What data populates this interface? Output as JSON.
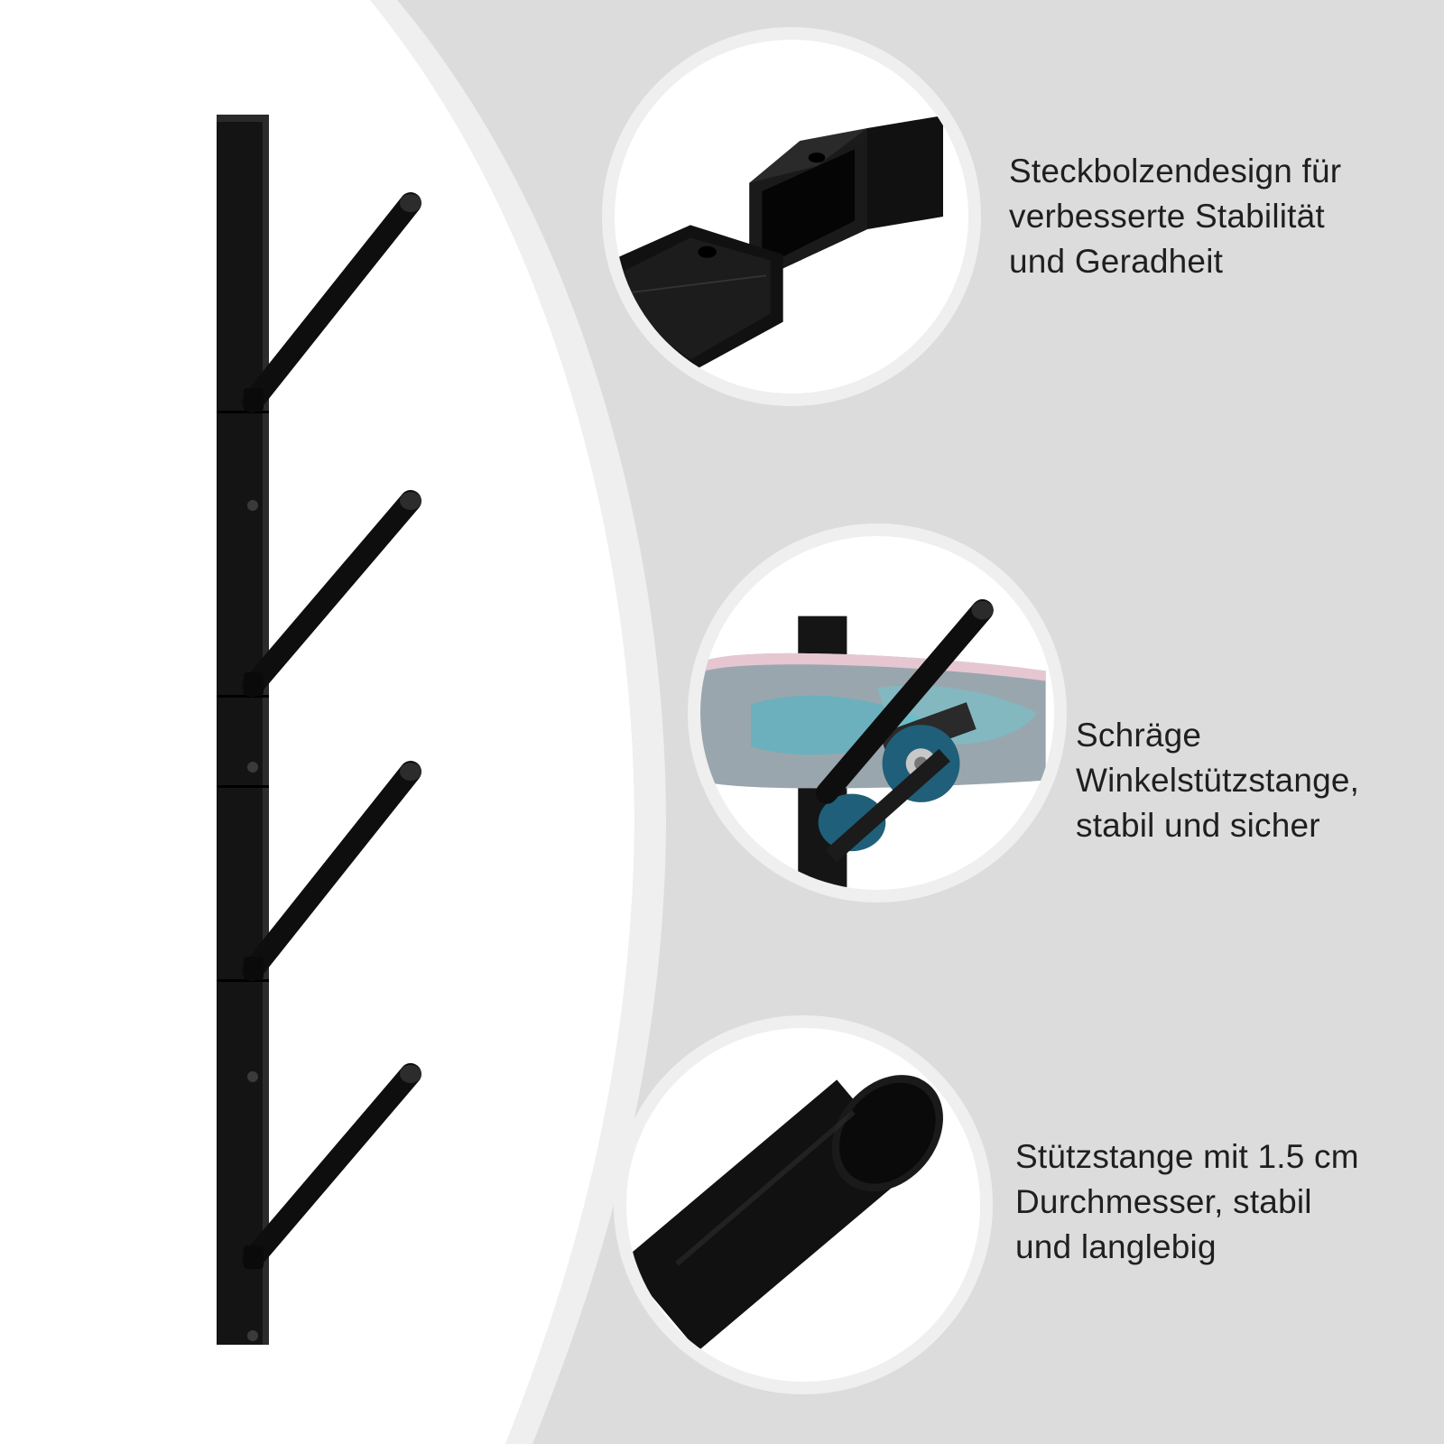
{
  "colors": {
    "background": "#dcdcdc",
    "panel": "#ffffff",
    "metal": "#111111",
    "text": "#1f1f1f",
    "wheel_accent": "#1f5f7a"
  },
  "features": [
    {
      "icon": "pin-bolt-joint-icon",
      "lines": [
        "Steckbolzendesign für",
        "verbesserte Stabilität",
        "und Geradheit"
      ]
    },
    {
      "icon": "angled-rod-skateboard-icon",
      "lines": [
        "Schräge",
        "Winkelstützstange,",
        "stabil und sicher"
      ]
    },
    {
      "icon": "rod-diameter-closeup-icon",
      "lines": [
        "Stützstange mit 1.5 cm",
        "Durchmesser, stabil",
        "und langlebig"
      ]
    }
  ]
}
